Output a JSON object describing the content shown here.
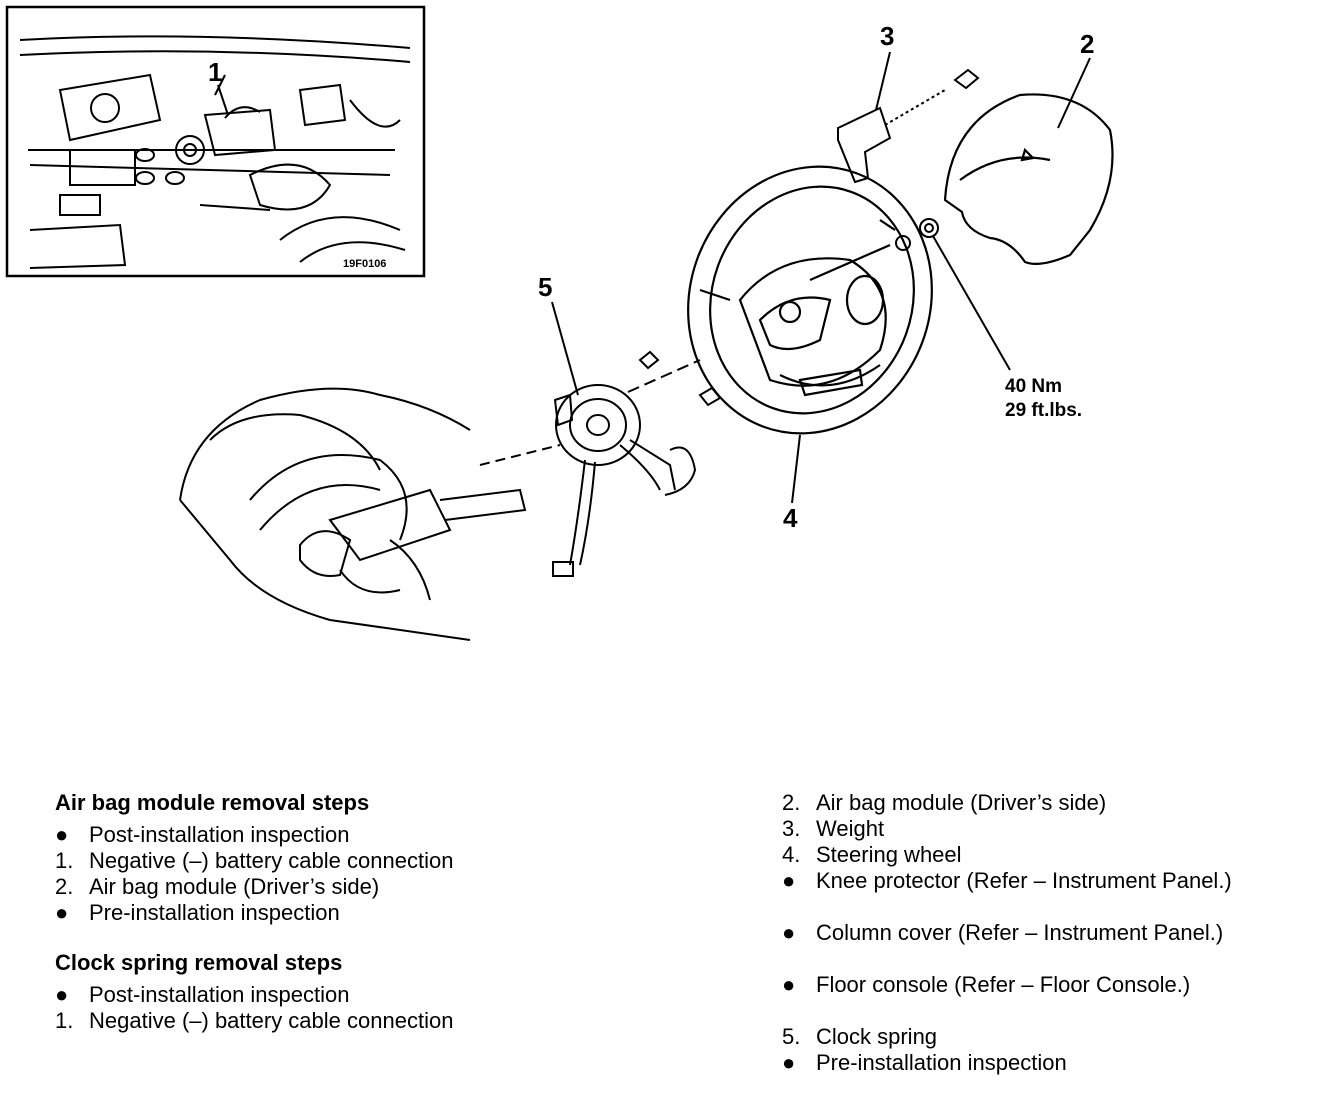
{
  "inset": {
    "code": "19F0106",
    "callout": "1"
  },
  "callouts": {
    "c2": "2",
    "c3": "3",
    "c4": "4",
    "c5": "5"
  },
  "torque": {
    "line1": "40 Nm",
    "line2": "29 ft.lbs."
  },
  "airbag_steps": {
    "title": "Air bag module removal steps",
    "items": [
      {
        "marker": "●",
        "text": "Post-installation inspection"
      },
      {
        "marker": "1.",
        "text": "Negative (–) battery cable connection"
      },
      {
        "marker": "2.",
        "text": "Air bag module (Driver’s side)"
      },
      {
        "marker": "●",
        "text": "Pre-installation inspection"
      }
    ]
  },
  "clock_steps": {
    "title": "Clock spring removal steps",
    "items": [
      {
        "marker": "●",
        "text": "Post-installation inspection"
      },
      {
        "marker": "1.",
        "text": "Negative (–) battery cable connection"
      }
    ]
  },
  "right_steps": {
    "items": [
      {
        "marker": "2.",
        "text": "Air bag module (Driver’s side)"
      },
      {
        "marker": "3.",
        "text": "Weight"
      },
      {
        "marker": "4.",
        "text": "Steering wheel"
      },
      {
        "marker": "●",
        "text": "Knee protector (Refer – Instrument Panel.)"
      },
      {
        "marker": "●",
        "text": "Column cover (Refer – Instrument Panel.)"
      },
      {
        "marker": "●",
        "text": "Floor console (Refer – Floor Console.)"
      },
      {
        "marker": "5.",
        "text": "Clock spring"
      },
      {
        "marker": "●",
        "text": "Pre-installation inspection"
      }
    ]
  }
}
